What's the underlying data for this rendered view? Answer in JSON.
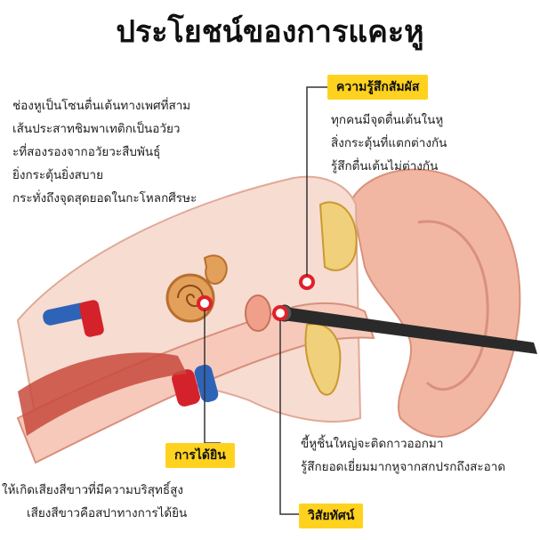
{
  "title": "ประโยชน์ของการแคะหู",
  "labels": {
    "sensation": "ความรู้สึกสัมผัส",
    "hearing": "การได้ยิน",
    "method": "วิสัยทัศน์"
  },
  "left_paragraph": [
    "ช่องหูเป็นโซนตื่นเต้นทางเพศที่สาม",
    "เส้นประสาทชิมพาเทติกเป็นอวัยว",
    "ะที่สองรองจากอวัยวะสืบพันธุ์",
    "ยิ่งกระตุ้นยิ่งสบาย",
    "กระทั่งถึงจุดสุดยอดในกะโหลกศีรษะ"
  ],
  "right_paragraph": [
    "ทุกคนมีจุดตื่นเต้นในหู",
    "สิ่งกระตุ้นที่แตกต่างกัน",
    "รู้สึกตื่นเต้นไม่ต่างกัน"
  ],
  "bottom_left_paragraph": [
    "ให้เกิดเสียงสีขาวที่มีความบริสุทธิ์สูง",
    "เสียงสีขาวคือสปาทางการได้ยิน"
  ],
  "bottom_right_paragraph": [
    "ขี้หูชิ้นใหญ่จะติดกาวออกมา",
    "รู้สึกยอดเยี่ยมมากหูจากสกปรกถึงสะอาด"
  ],
  "colors": {
    "label_bg": "#ffd21f",
    "skin": "#f2b7a3",
    "canal": "#f6c9bb",
    "probe": "#2a2a2a",
    "nerve": "#e8b84a"
  }
}
